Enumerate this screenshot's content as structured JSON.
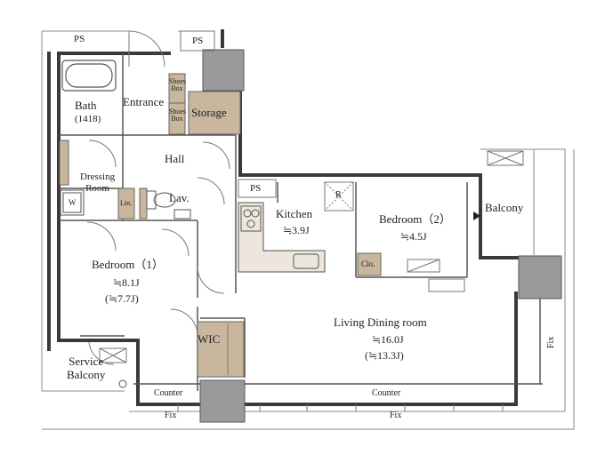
{
  "rooms": {
    "ps_top_left": "PS",
    "ps_top_right": "PS",
    "ps_middle": "PS",
    "bath": "Bath",
    "bath_size": "(1418)",
    "entrance": "Entrance",
    "shoes_box_1_line1": "Shoes",
    "shoes_box_1_line2": "Box",
    "shoes_box_2_line1": "Shoes",
    "shoes_box_2_line2": "Box",
    "storage": "Storage",
    "hall": "Hall",
    "dressing_room_line1": "Dressing",
    "dressing_room_line2": "Room",
    "washer": "W",
    "linen": "Lin.",
    "lavatory": "Lav.",
    "kitchen": "Kitchen",
    "kitchen_area": "≒3.9J",
    "refrigerator": "R",
    "bedroom2": "Bedroom（2）",
    "bedroom2_area": "≒4.5J",
    "closet": "Clo.",
    "balcony": "Balcony",
    "bedroom1": "Bedroom（1）",
    "bedroom1_area": "≒8.1J",
    "bedroom1_area_alt": "(≒7.7J)",
    "wic": "WIC",
    "living_dining": "Living Dining room",
    "living_dining_area": "≒16.0J",
    "living_dining_area_alt": "(≒13.3J)",
    "service_balcony_line1": "Service",
    "service_balcony_line2": "Balcony",
    "counter_left": "Counter",
    "counter_right": "Counter",
    "fix_left": "Fix",
    "fix_bottom": "Fix",
    "fix_right": "Fix"
  },
  "colors": {
    "wall": "#3a3a3a",
    "column": "#9a9a9a",
    "storage_fill": "#c8b79c",
    "line": "#555555"
  }
}
